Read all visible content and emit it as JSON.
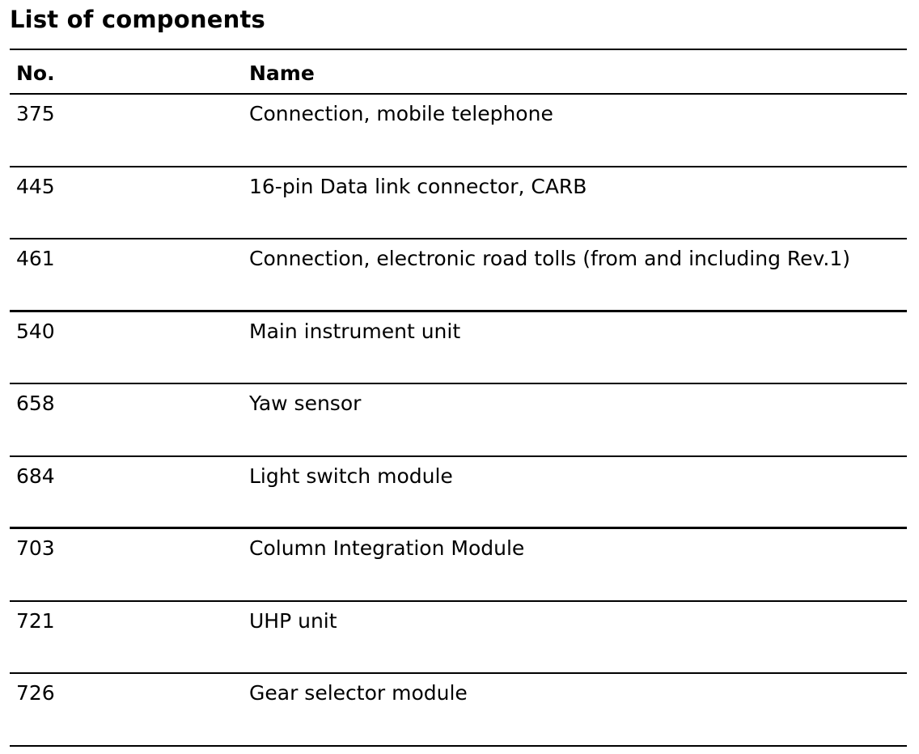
{
  "title": "List of components",
  "table": {
    "headers": {
      "no": "No.",
      "name": "Name"
    },
    "rows": [
      {
        "no": "375",
        "name": "Connection, mobile telephone"
      },
      {
        "no": "445",
        "name": "16-pin Data link connector, CARB"
      },
      {
        "no": "461",
        "name": "Connection, electronic road tolls (from and including Rev.1)"
      },
      {
        "no": "540",
        "name": "Main instrument unit"
      },
      {
        "no": "658",
        "name": "Yaw sensor"
      },
      {
        "no": "684",
        "name": "Light switch module"
      },
      {
        "no": "703",
        "name": "Column Integration Module"
      },
      {
        "no": "721",
        "name": "UHP unit"
      },
      {
        "no": "726",
        "name": "Gear selector module"
      }
    ]
  }
}
